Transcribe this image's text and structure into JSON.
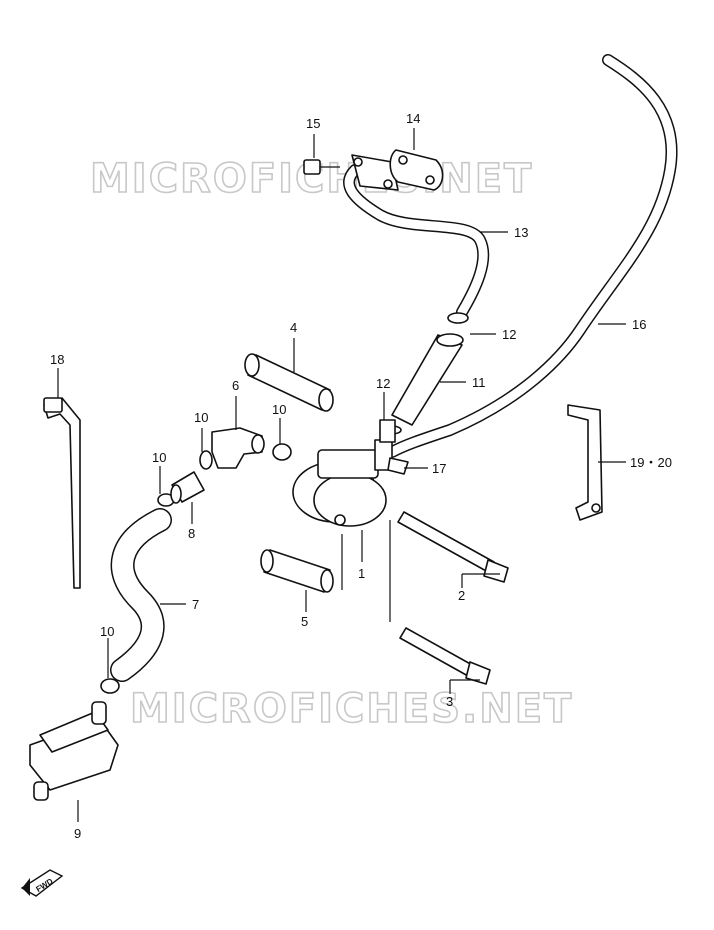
{
  "watermark": {
    "top_text": "MICROFICHES.NET",
    "bottom_text": "MICROFICHES.NET"
  },
  "callouts": {
    "p1": "1",
    "p2": "2",
    "p3": "3",
    "p4": "4",
    "p5": "5",
    "p6": "6",
    "p7": "7",
    "p8": "8",
    "p9": "9",
    "p10a": "10",
    "p10b": "10",
    "p10c": "10",
    "p10d": "10",
    "p11": "11",
    "p12a": "12",
    "p12b": "12",
    "p13": "13",
    "p14": "14",
    "p15": "15",
    "p16": "16",
    "p17": "17",
    "p18": "18",
    "p19_20": "19・20"
  },
  "fwd_badge": "FWD",
  "colors": {
    "ink": "#111111",
    "watermark": "#c8c8c8",
    "background": "#ffffff"
  }
}
